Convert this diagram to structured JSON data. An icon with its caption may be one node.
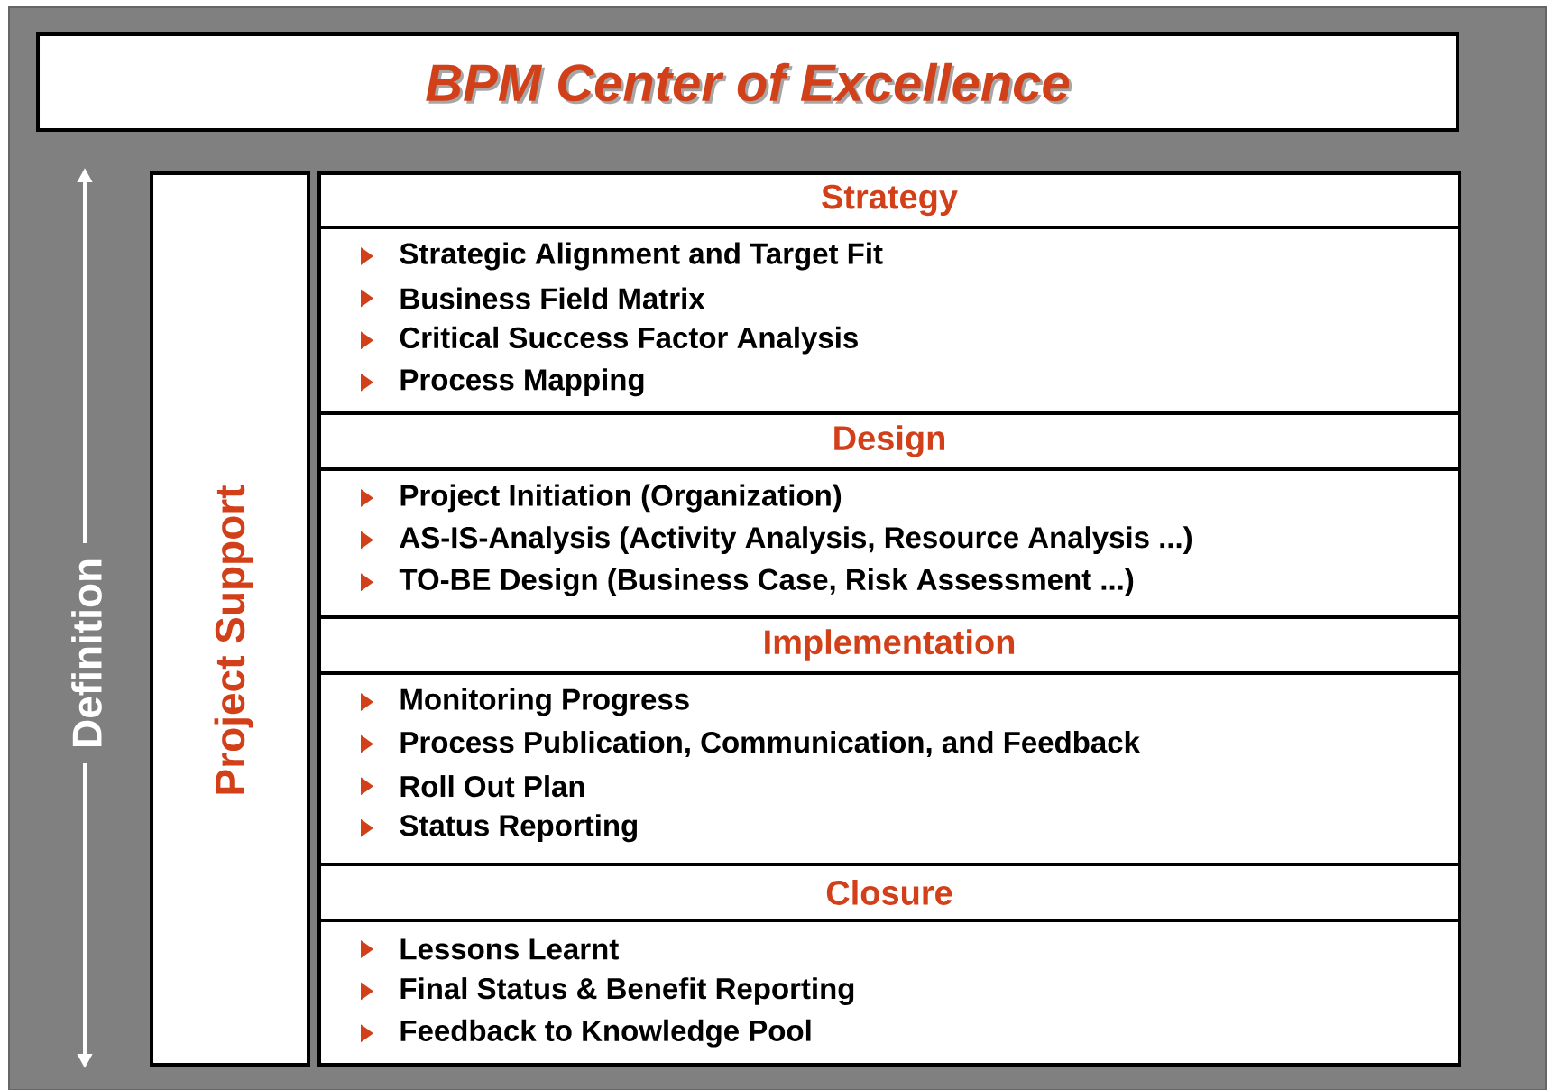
{
  "diagram": {
    "nodes": [
      {
        "text": [
          "BPM Center of Excellence"
        ]
      },
      {
        "text": [
          "Project Support"
        ]
      },
      {
        "text": [
          "Strategy"
        ]
      },
      {
        "text": [
          "Strategic Alignment and Target Fit",
          "Business Field Matrix",
          "Critical Success Factor Analysis",
          "Process Mapping"
        ]
      },
      {
        "text": [
          "Design"
        ]
      },
      {
        "text": [
          "Project Initiation (Organization)",
          "AS-IS-Analysis (Activity Analysis, Resource Analysis ...)",
          "TO-BE Design (Business Case, Risk Assessment ...)"
        ]
      },
      {
        "text": [
          "Implementation"
        ]
      },
      {
        "text": [
          "Monitoring Progress",
          "Process Publication, Communication, and Feedback",
          "Roll Out Plan",
          "Status Reporting"
        ]
      },
      {
        "text": [
          "Closure"
        ]
      },
      {
        "text": [
          "Lessons Learnt",
          "Final Status & Benefit Reporting",
          "Feedback to Knowledge Pool"
        ]
      }
    ],
    "labels": [
      "Definition"
    ]
  }
}
